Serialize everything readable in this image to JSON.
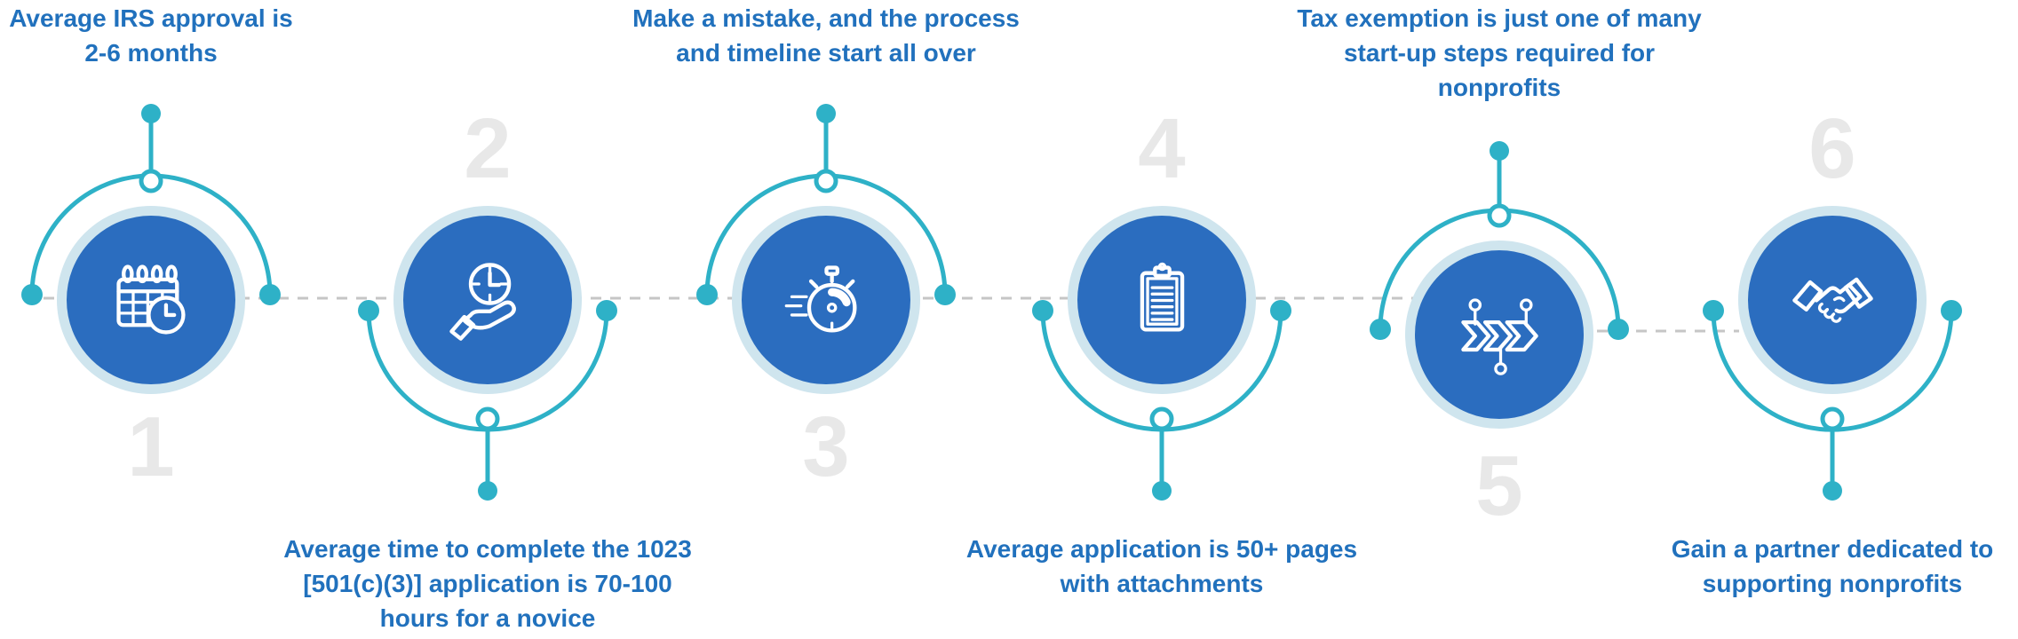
{
  "infographic": {
    "colors": {
      "step_circle_blue": "#2b6dbf",
      "circle_halo_blue": "#cfe5ee",
      "connector_teal": "#2eb1c7",
      "caption_blue": "#2171bd",
      "number_gray": "#e8e8e8",
      "dashed_line_gray": "#c6c6c6"
    },
    "steps": [
      {
        "number": "1",
        "caption": "Average IRS approval is\n2-6 months",
        "icon": "calendar-clock-icon",
        "caption_position": "top"
      },
      {
        "number": "2",
        "caption": "Average time to complete the 1023\n[501(c)(3)] application is 70-100\nhours for a novice",
        "icon": "hand-holding-clock-icon",
        "caption_position": "bottom"
      },
      {
        "number": "3",
        "caption": "Make a mistake, and the process\nand timeline start all over",
        "icon": "speeding-stopwatch-icon",
        "caption_position": "top"
      },
      {
        "number": "4",
        "caption": "Average application is 50+ pages\nwith attachments",
        "icon": "clipboard-icon",
        "caption_position": "bottom"
      },
      {
        "number": "5",
        "caption": "Tax exemption is just one of many\nstart-up steps required for\nnonprofits",
        "icon": "process-steps-icon",
        "caption_position": "top"
      },
      {
        "number": "6",
        "caption": "Gain a partner dedicated to\nsupporting nonprofits",
        "icon": "handshake-icon",
        "caption_position": "bottom"
      }
    ]
  }
}
